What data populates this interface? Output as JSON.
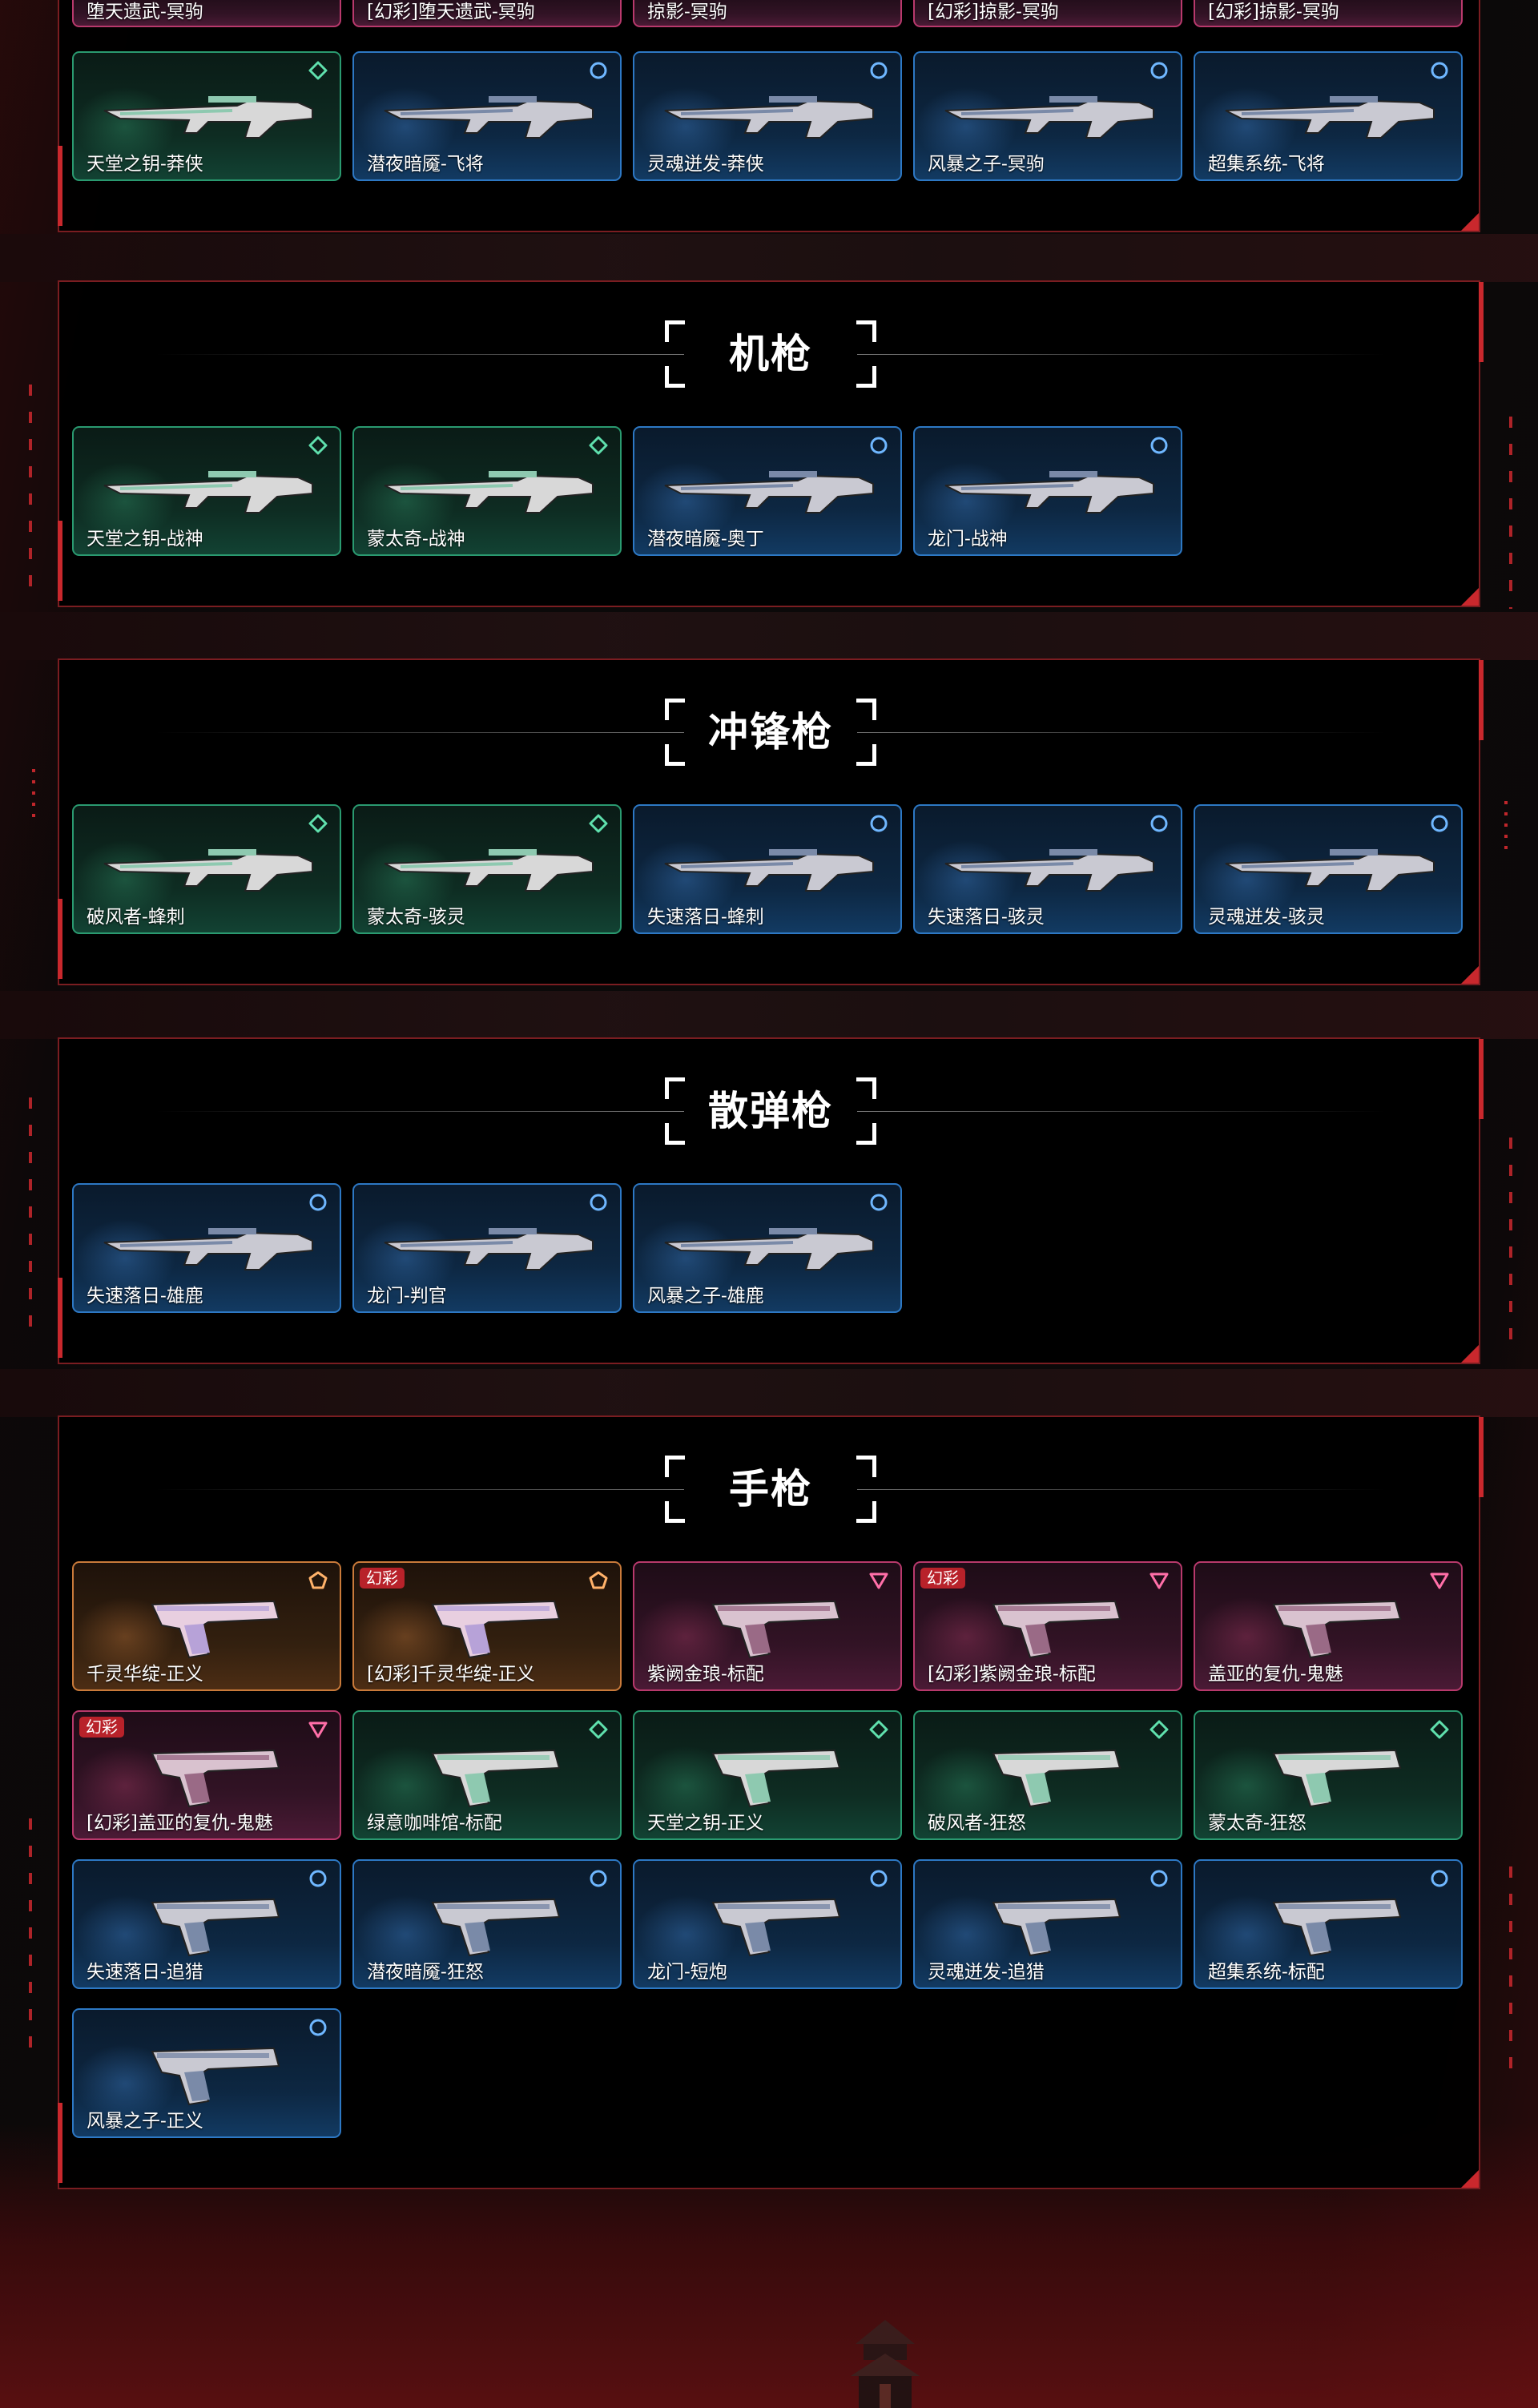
{
  "colors": {
    "accent_red": "#c9282d",
    "tier_blue": "#2d78c4",
    "tier_green": "#2a9a70",
    "tier_pink": "#b8396c",
    "tier_orange": "#c97a3a",
    "panel_border": "#7a1d21"
  },
  "icons": {
    "rarity_blue": "circle-ring-icon",
    "rarity_green": "rounded-diamond-icon",
    "rarity_pink": "inverted-triangle-icon",
    "rarity_orange": "pentagon-icon"
  },
  "top_strip": {
    "items": [
      {
        "label": "堕天遗武-冥驹",
        "tier": "pink"
      },
      {
        "label": "[幻彩]堕天遗武-冥驹",
        "tier": "pink"
      },
      {
        "label": "掠影-冥驹",
        "tier": "pink"
      },
      {
        "label": "[幻彩]掠影-冥驹",
        "tier": "pink"
      },
      {
        "label": "[幻彩]掠影-冥驹",
        "tier": "pink"
      }
    ]
  },
  "sniper_row": {
    "items": [
      {
        "label": "天堂之钥-莽侠",
        "tier": "green"
      },
      {
        "label": "潜夜暗魇-飞将",
        "tier": "blue"
      },
      {
        "label": "灵魂迸发-莽侠",
        "tier": "blue"
      },
      {
        "label": "风暴之子-冥驹",
        "tier": "blue"
      },
      {
        "label": "超集系统-飞将",
        "tier": "blue"
      }
    ]
  },
  "sections": [
    {
      "title": "机枪",
      "items": [
        {
          "label": "天堂之钥-战神",
          "tier": "green"
        },
        {
          "label": "蒙太奇-战神",
          "tier": "green"
        },
        {
          "label": "潜夜暗魇-奥丁",
          "tier": "blue"
        },
        {
          "label": "龙门-战神",
          "tier": "blue"
        }
      ]
    },
    {
      "title": "冲锋枪",
      "items": [
        {
          "label": "破风者-蜂刺",
          "tier": "green"
        },
        {
          "label": "蒙太奇-骇灵",
          "tier": "green"
        },
        {
          "label": "失速落日-蜂刺",
          "tier": "blue"
        },
        {
          "label": "失速落日-骇灵",
          "tier": "blue"
        },
        {
          "label": "灵魂迸发-骇灵",
          "tier": "blue"
        }
      ]
    },
    {
      "title": "散弹枪",
      "items": [
        {
          "label": "失速落日-雄鹿",
          "tier": "blue"
        },
        {
          "label": "龙门-判官",
          "tier": "blue"
        },
        {
          "label": "风暴之子-雄鹿",
          "tier": "blue"
        }
      ]
    },
    {
      "title": "手枪",
      "items": [
        {
          "label": "千灵华绽-正义",
          "tier": "orange"
        },
        {
          "label": "[幻彩]千灵华绽-正义",
          "tier": "orange",
          "badge": "幻彩"
        },
        {
          "label": "紫阙金琅-标配",
          "tier": "pink"
        },
        {
          "label": "[幻彩]紫阙金琅-标配",
          "tier": "pink",
          "badge": "幻彩"
        },
        {
          "label": "盖亚的复仇-鬼魅",
          "tier": "pink"
        },
        {
          "label": "[幻彩]盖亚的复仇-鬼魅",
          "tier": "pink",
          "badge": "幻彩"
        },
        {
          "label": "绿意咖啡馆-标配",
          "tier": "green"
        },
        {
          "label": "天堂之钥-正义",
          "tier": "green"
        },
        {
          "label": "破风者-狂怒",
          "tier": "green"
        },
        {
          "label": "蒙太奇-狂怒",
          "tier": "green"
        },
        {
          "label": "失速落日-追猎",
          "tier": "blue"
        },
        {
          "label": "潜夜暗魇-狂怒",
          "tier": "blue"
        },
        {
          "label": "龙门-短炮",
          "tier": "blue"
        },
        {
          "label": "灵魂迸发-追猎",
          "tier": "blue"
        },
        {
          "label": "超集系统-标配",
          "tier": "blue"
        },
        {
          "label": "风暴之子-正义",
          "tier": "blue"
        }
      ]
    }
  ]
}
